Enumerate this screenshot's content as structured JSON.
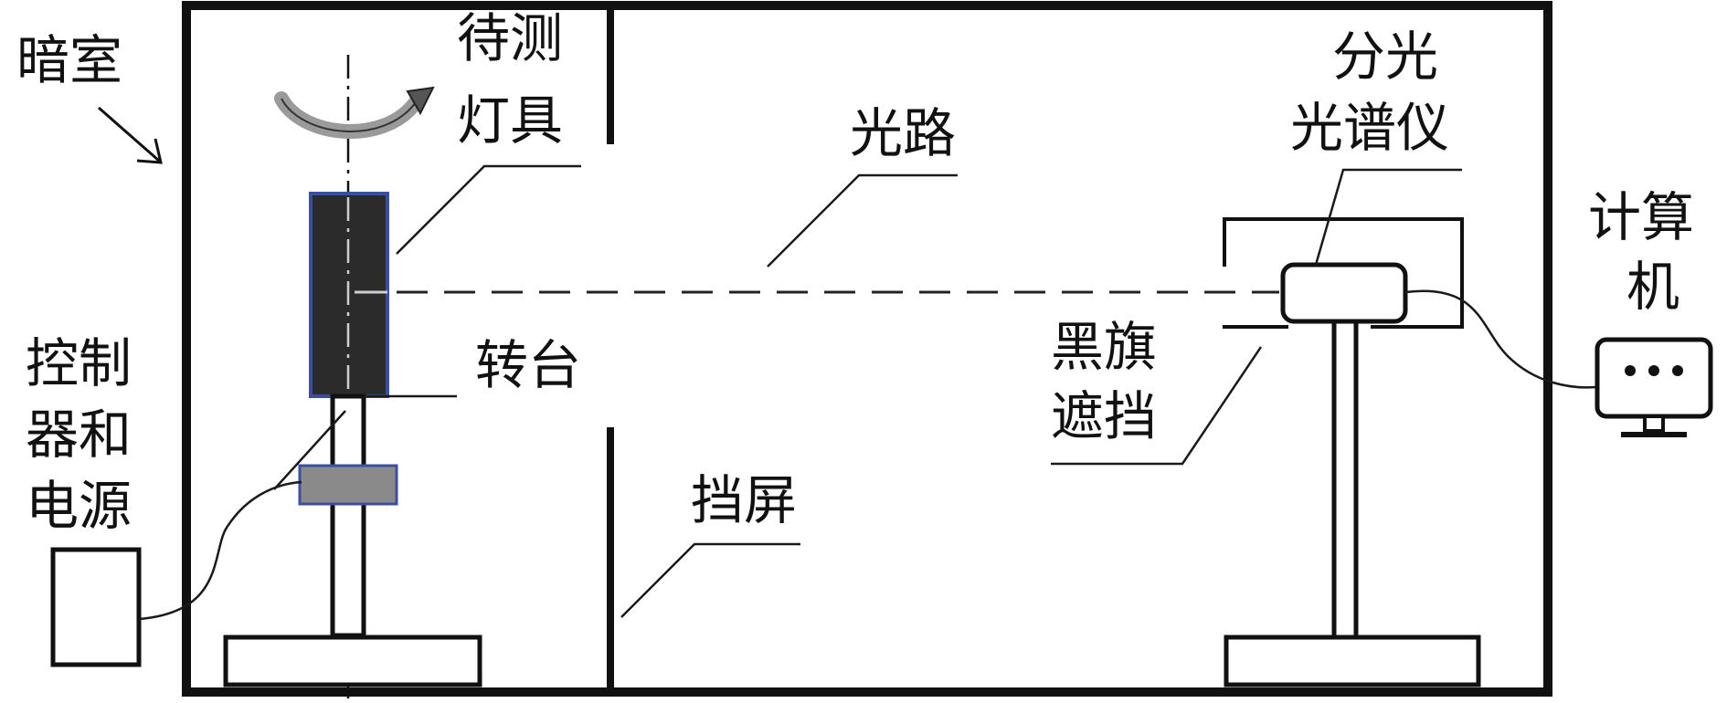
{
  "labels": {
    "darkroom": "暗室",
    "lamp_line1": "待测",
    "lamp_line2": "灯具",
    "light_path": "光路",
    "spectro_line1": "分光",
    "spectro_line2": "光谱仪",
    "computer_line1": "计算",
    "computer_line2": "机",
    "controller_line1": "控制",
    "controller_line2": "器和",
    "controller_line3": "电源",
    "turntable": "转台",
    "black_flag_line1": "黑旗",
    "black_flag_line2": "遮挡",
    "baffle_screen": "挡屏"
  },
  "colors": {
    "lamp_fill": "#2b2b2b",
    "lamp_border": "#3a4fa0",
    "turntable_fill": "#8a8a8a",
    "line": "#111111"
  },
  "icons": {
    "rotation": "rotation-arrow-icon",
    "computer": "monitor-icon"
  }
}
